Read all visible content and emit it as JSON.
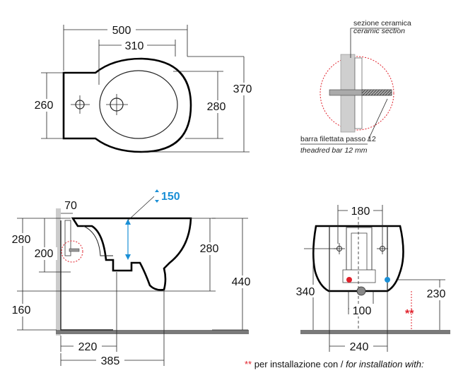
{
  "top_view": {
    "width_total": "500",
    "width_inner": "310",
    "height_left": "260",
    "height_right_inner": "280",
    "height_total": "370"
  },
  "detail": {
    "label_it": "sezione ceramica",
    "label_en": "ceramic section",
    "bar_it": "barra filettata passo 12",
    "bar_en": "theadred bar 12 mm"
  },
  "side_view": {
    "offset_top": "70",
    "flow_height": "150",
    "height_280_left": "280",
    "height_200": "200",
    "height_160": "160",
    "height_280_right": "280",
    "height_440": "440",
    "depth_220": "220",
    "depth_385": "385"
  },
  "rear_view": {
    "width_180": "180",
    "height_340": "340",
    "height_230": "230",
    "width_100": "100",
    "width_240": "240",
    "marker": "**"
  },
  "footnote": {
    "marker": "**",
    "text_it": " per installazione con / ",
    "text_en": "for installation with:"
  },
  "colors": {
    "blue": "#1a8fd6",
    "red": "#e0202a",
    "floor": "#7a7a7a",
    "wall": "#cccccc"
  }
}
